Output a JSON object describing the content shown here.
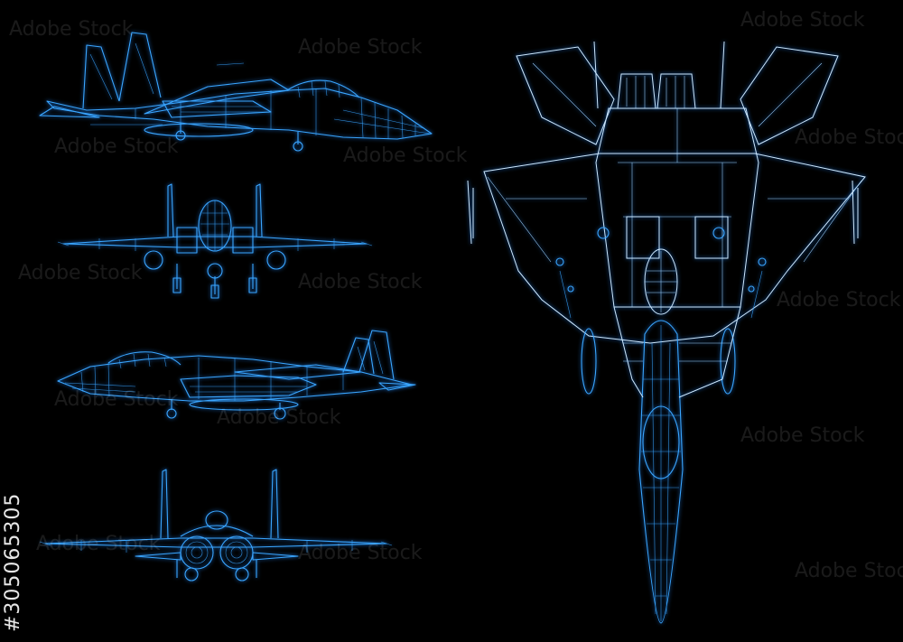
{
  "watermark": {
    "text": "Adobe Stock",
    "color": "#ffffff"
  },
  "stock_id": "#305065305",
  "colors": {
    "background": "#000000",
    "wireframe": "#3aa6ff",
    "wireframe_highlight": "#cfe9ff"
  },
  "views": [
    {
      "name": "side-view-facing-right"
    },
    {
      "name": "front-view"
    },
    {
      "name": "side-view-facing-left"
    },
    {
      "name": "rear-view"
    },
    {
      "name": "bottom-view"
    }
  ]
}
